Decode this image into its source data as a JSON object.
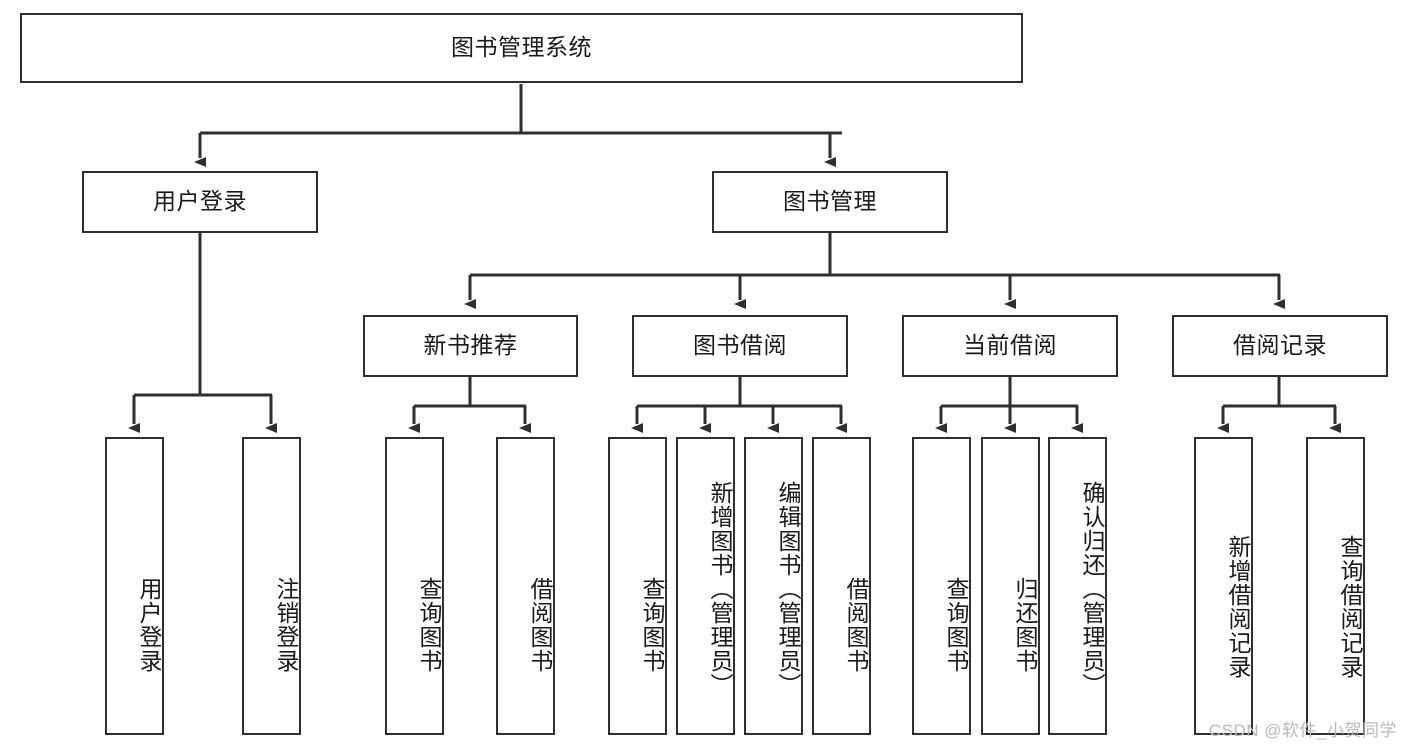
{
  "diagram": {
    "title": "图书管理系统",
    "type": "tree-hierarchy-diagram",
    "style": {
      "box_border_color": "#2f2f2f",
      "box_fill_color": "#ffffff",
      "connector_color": "#2f2f2f",
      "text_color": "#1a1a1a",
      "background": "#ffffff"
    },
    "root": {
      "label": "图书管理系统",
      "orientation": "horizontal"
    },
    "level2": [
      {
        "label": "用户登录",
        "orientation": "horizontal"
      },
      {
        "label": "图书管理",
        "orientation": "horizontal"
      }
    ],
    "level3": [
      {
        "label": "新书推荐",
        "orientation": "horizontal"
      },
      {
        "label": "图书借阅",
        "orientation": "horizontal"
      },
      {
        "label": "当前借阅",
        "orientation": "horizontal"
      },
      {
        "label": "借阅记录",
        "orientation": "horizontal"
      }
    ],
    "leaves": {
      "user_login": [
        {
          "label": "用户登录",
          "orientation": "vertical"
        },
        {
          "label": "注销登录",
          "orientation": "vertical"
        }
      ],
      "new_book_recommend": [
        {
          "label": "查询图书",
          "orientation": "vertical"
        },
        {
          "label": "借阅图书",
          "orientation": "vertical"
        }
      ],
      "book_borrow": [
        {
          "label": "查询图书",
          "orientation": "vertical"
        },
        {
          "label": "新增图书（管理员）",
          "orientation": "vertical"
        },
        {
          "label": "编辑图书（管理员）",
          "orientation": "vertical"
        },
        {
          "label": "借阅图书",
          "orientation": "vertical"
        }
      ],
      "current_borrow": [
        {
          "label": "查询图书",
          "orientation": "vertical"
        },
        {
          "label": "归还图书",
          "orientation": "vertical"
        },
        {
          "label": "确认归还（管理员）",
          "orientation": "vertical"
        }
      ],
      "borrow_record": [
        {
          "label": "新增借阅记录",
          "orientation": "vertical"
        },
        {
          "label": "查询借阅记录",
          "orientation": "vertical"
        }
      ]
    }
  },
  "watermark": {
    "text": "CSDN @软件_小贺同学"
  }
}
